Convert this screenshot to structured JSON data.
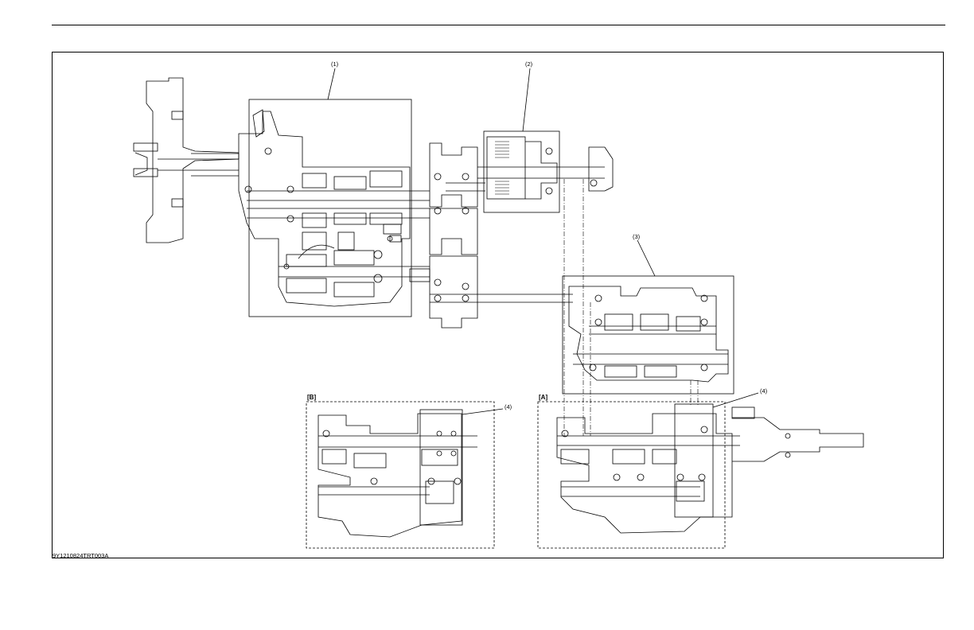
{
  "callouts": [
    {
      "id": "1",
      "text": "(1)"
    },
    {
      "id": "2",
      "text": "(2)"
    },
    {
      "id": "3",
      "text": "(3)"
    },
    {
      "id": "4a",
      "text": "(4)"
    },
    {
      "id": "4b",
      "text": "(4)"
    }
  ],
  "views": {
    "b_label": "[B]",
    "a_label": "[A]"
  },
  "figure_id": "9Y1210824TRT003A"
}
